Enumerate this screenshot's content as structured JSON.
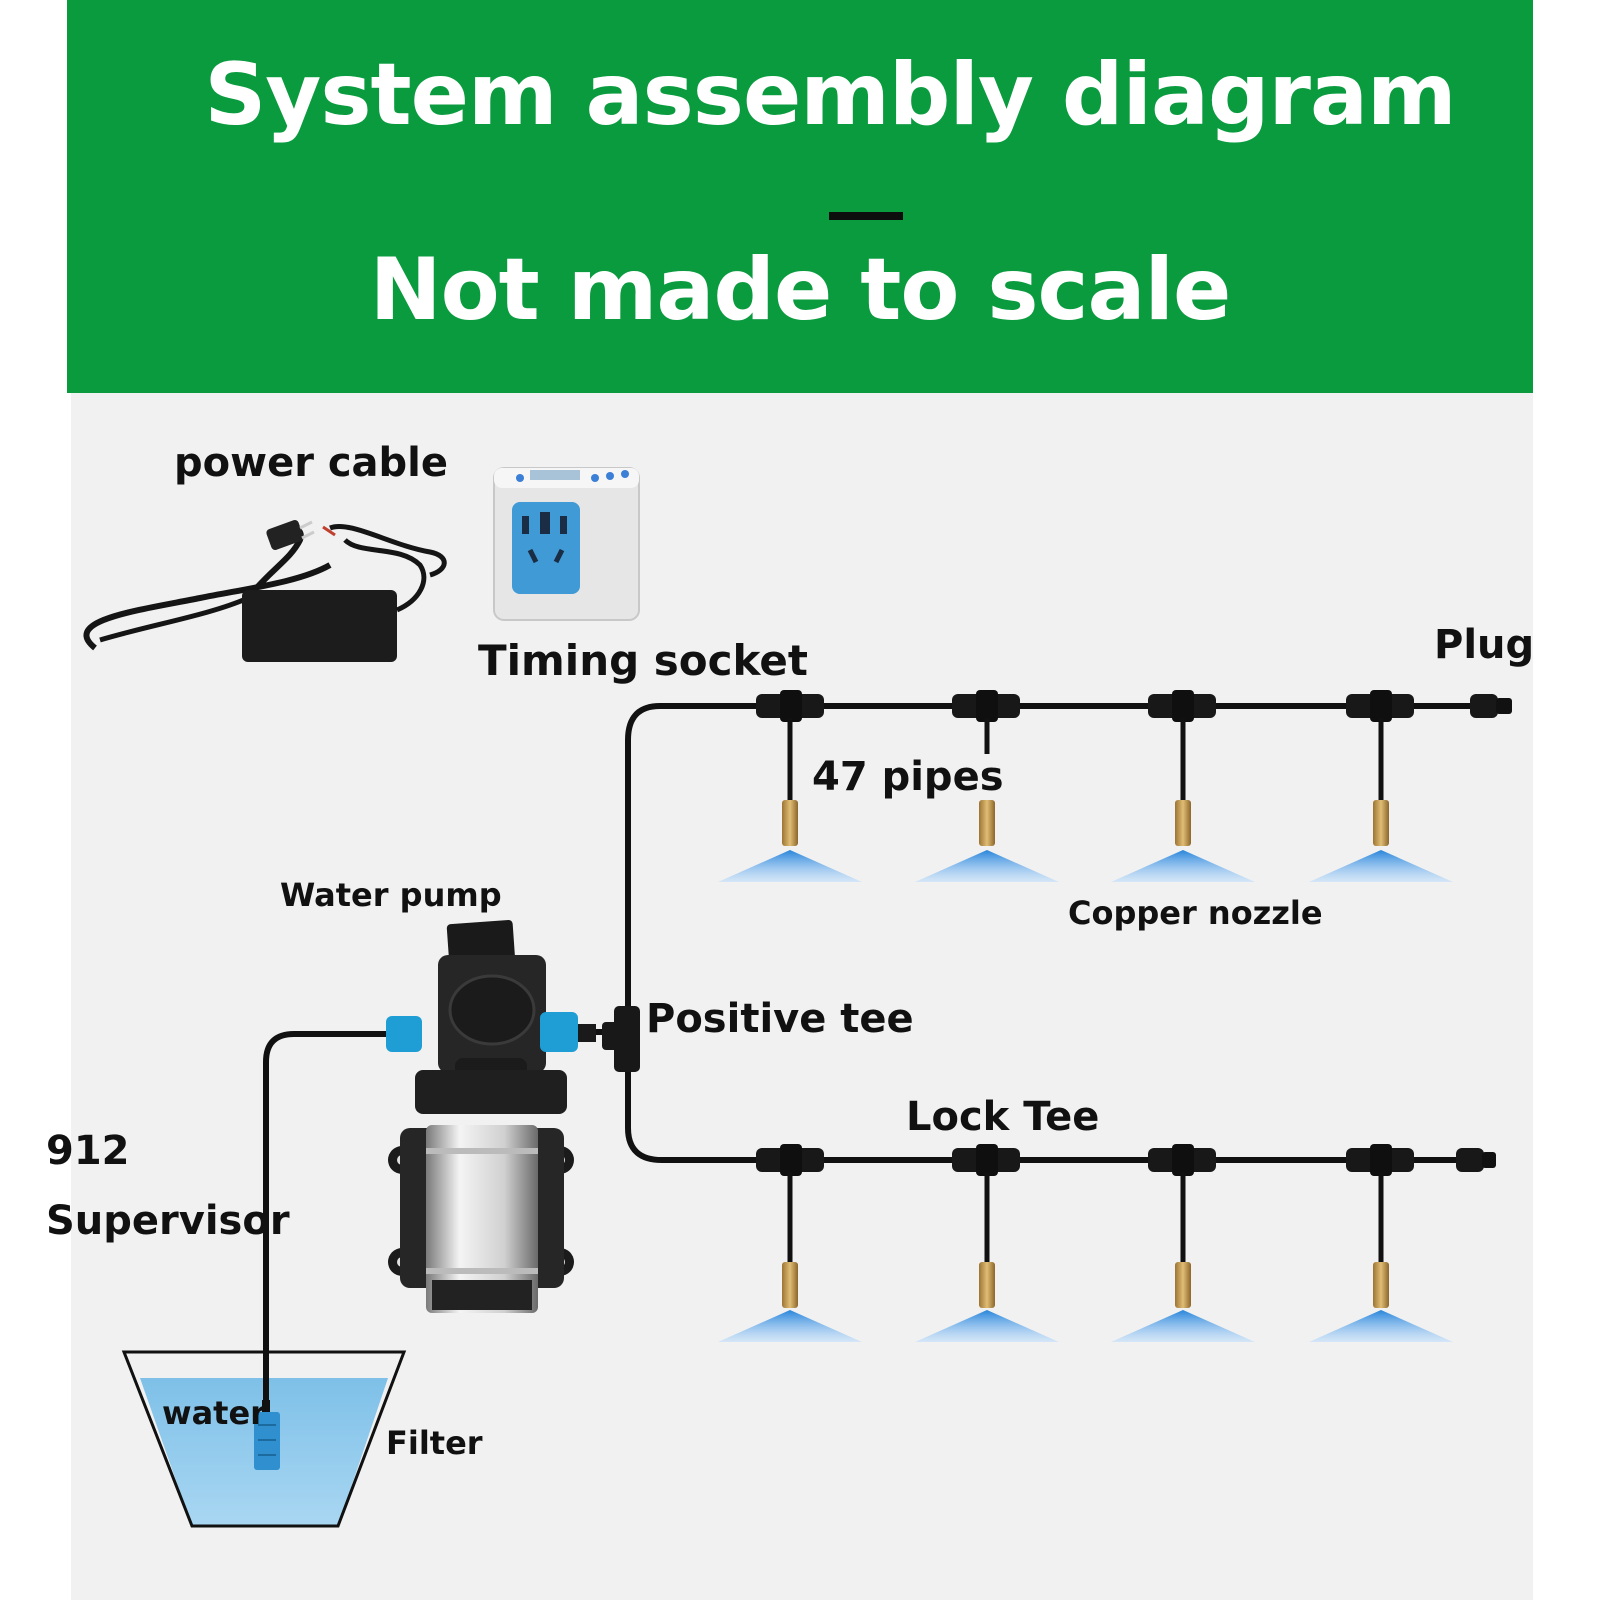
{
  "header": {
    "title_line1": "System assembly diagram",
    "separator": "—",
    "title_line2": "Not made to scale"
  },
  "labels": {
    "power_cable": "power cable",
    "timing_socket": "Timing socket",
    "plug": "Plug",
    "pipes": "47 pipes",
    "water_pump": "Water pump",
    "copper_nozzle": "Copper nozzle",
    "positive_tee": "Positive tee",
    "lock_tee": "Lock Tee",
    "supervisor_number": "912",
    "supervisor": "Supervisor",
    "water": "water",
    "filter": "Filter"
  },
  "colors": {
    "header_green": "#0b9b3f",
    "panel_gray": "#f1f1f1",
    "water_blue": "#8ec9ea",
    "spray_blue": "#2e8fe0",
    "brass": "#c29a52",
    "fitting_blue": "#1f9ed6",
    "pipe_black": "#111111"
  }
}
